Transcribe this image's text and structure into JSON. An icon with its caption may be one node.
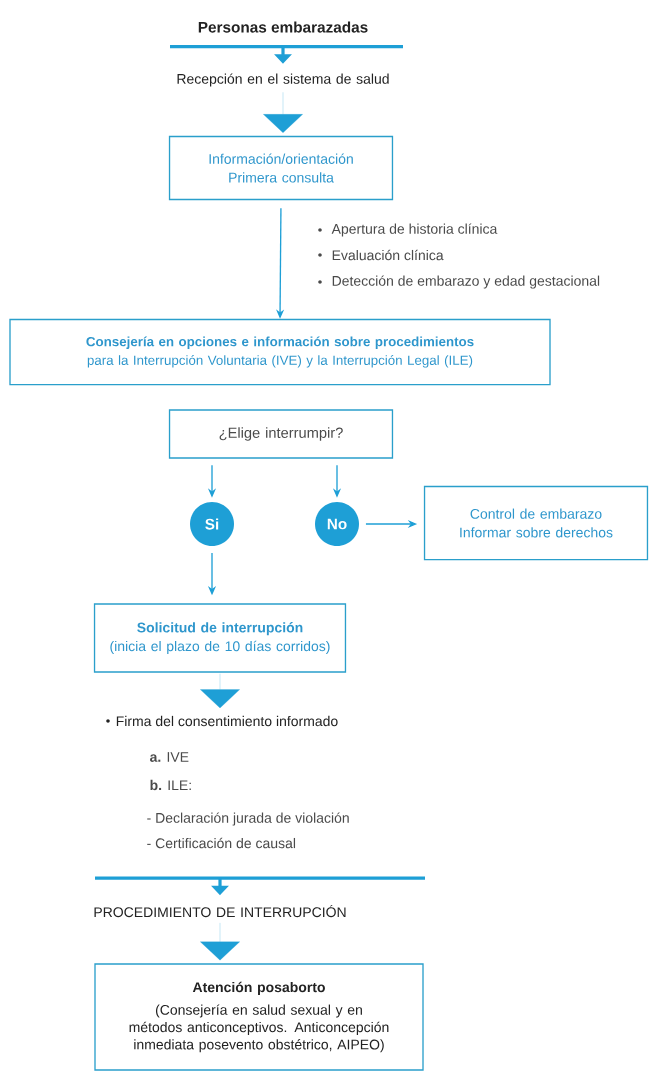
{
  "diagram": {
    "nodes": [
      {
        "text": [
          "Personas embarazadas"
        ]
      },
      {
        "text": [
          "Recepción en el sistema de salud"
        ]
      },
      {
        "text": [
          "Información/orientación Primera consulta"
        ]
      },
      {
        "text": [
          "Consejería en opciones e información sobre procedimientos",
          "para la Interrupción Voluntaria (IVE) y la Interrupción Legal (ILE)"
        ]
      },
      {
        "text": [
          "¿Elige interrumpir?"
        ]
      },
      {
        "text": [
          "Si"
        ]
      },
      {
        "text": [
          "No"
        ]
      },
      {
        "text": [
          "Control de embarazo Informar sobre derechos"
        ]
      },
      {
        "text": [
          "Solicitud de interrupción",
          "(inicia el plazo de 10 días corridos)"
        ]
      },
      {
        "text": [
          "Firma del consentimiento informado"
        ]
      },
      {
        "text": [
          "PROCEDIMIENTO DE INTERRUPCIÓN"
        ]
      },
      {
        "text": [
          "Atención posaborto",
          "(Consejería en salud sexual y en métodos anticonceptivos. Anticoncepción inmediata posevento obstétrico, AIPEO)"
        ]
      }
    ],
    "edges": [
      {
        "from": 0,
        "to": 1,
        "arrow": "to",
        "style": "thick"
      },
      {
        "from": 1,
        "to": 2,
        "arrow": "to"
      },
      {
        "from": 2,
        "to": 3,
        "arrow": "to"
      },
      {
        "from": 4,
        "to": 5,
        "arrow": "to"
      },
      {
        "from": 4,
        "to": 6,
        "arrow": "to"
      },
      {
        "from": 6,
        "to": 7,
        "arrow": "to"
      },
      {
        "from": 5,
        "to": 8,
        "arrow": "to"
      },
      {
        "from": 8,
        "to": 9,
        "arrow": "to"
      },
      {
        "from": null,
        "to": 10,
        "arrow": "to",
        "style": "thick"
      },
      {
        "from": 10,
        "to": 11,
        "arrow": "to"
      }
    ],
    "labels": [
      "Apertura de historia clínica",
      "Evaluación clínica",
      "Detección de embarazo y edad gestacional",
      "**a.** IVE",
      "**b.** ILE:",
      "- Declaración jurada de violación",
      "- Certificación de causal"
    ]
  }
}
